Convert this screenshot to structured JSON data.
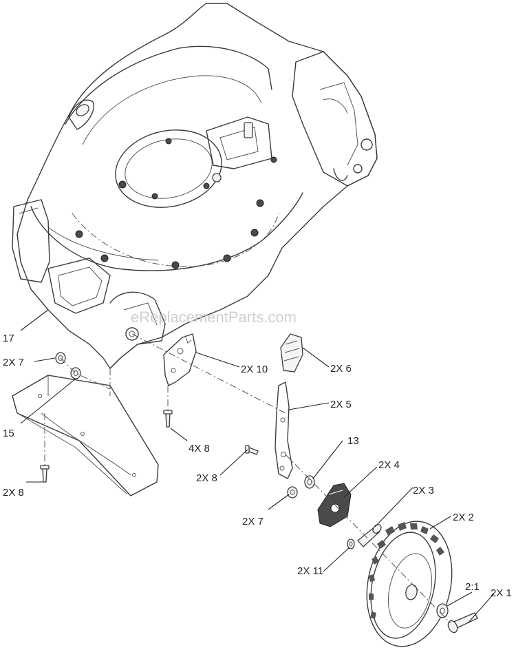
{
  "watermark": "eReplacementParts.com",
  "callouts": [
    {
      "id": "c17",
      "text": "17"
    },
    {
      "id": "c2x7a",
      "text": "2X 7"
    },
    {
      "id": "c15",
      "text": "15"
    },
    {
      "id": "c2x8a",
      "text": "2X 8"
    },
    {
      "id": "c4x8",
      "text": "4X 8"
    },
    {
      "id": "c2x10",
      "text": "2X 10"
    },
    {
      "id": "c2x6",
      "text": "2X 6"
    },
    {
      "id": "c2x5",
      "text": "2X 5"
    },
    {
      "id": "c13",
      "text": "13"
    },
    {
      "id": "c2x8b",
      "text": "2X 8"
    },
    {
      "id": "c2x4",
      "text": "2X 4"
    },
    {
      "id": "c2x3",
      "text": "2X 3"
    },
    {
      "id": "c2x7b",
      "text": "2X 7"
    },
    {
      "id": "c2x2",
      "text": "2X 2"
    },
    {
      "id": "c2x11",
      "text": "2X 11"
    },
    {
      "id": "c2to1",
      "text": "2:1"
    },
    {
      "id": "c2x1",
      "text": "2X 1"
    }
  ]
}
